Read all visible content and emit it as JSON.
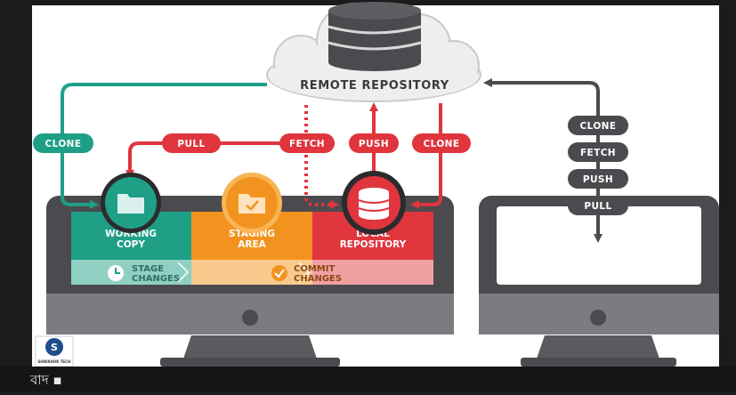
{
  "diagram": {
    "remote_repository": "REMOTE REPOSITORY",
    "left_monitor": {
      "working_copy": {
        "line1": "WORKING",
        "line2": "COPY"
      },
      "staging_area": {
        "line1": "STAGING",
        "line2": "AREA"
      },
      "local_repository": {
        "line1": "LOCAL",
        "line2": "REPOSITORY"
      },
      "stage_changes": {
        "line1": "STAGE",
        "line2": "CHANGES"
      },
      "commit_changes": {
        "line1": "COMMIT",
        "line2": "CHANGES"
      }
    },
    "arrows": {
      "clone_left": "CLONE",
      "pull": "PULL",
      "fetch": "FETCH",
      "push": "PUSH",
      "clone_right": "CLONE"
    },
    "right_stack": [
      "CLONE",
      "FETCH",
      "PUSH",
      "PULL"
    ],
    "colors": {
      "teal": "#1e9f86",
      "orange": "#f3931f",
      "red": "#e0353d",
      "dark_gray": "#4b4b4f",
      "cloud": "#eeeeee"
    }
  },
  "channel_logo": {
    "name": "SHIKKHOK TECH"
  },
  "bottom_bar": {
    "text": "বাদ ▪"
  }
}
